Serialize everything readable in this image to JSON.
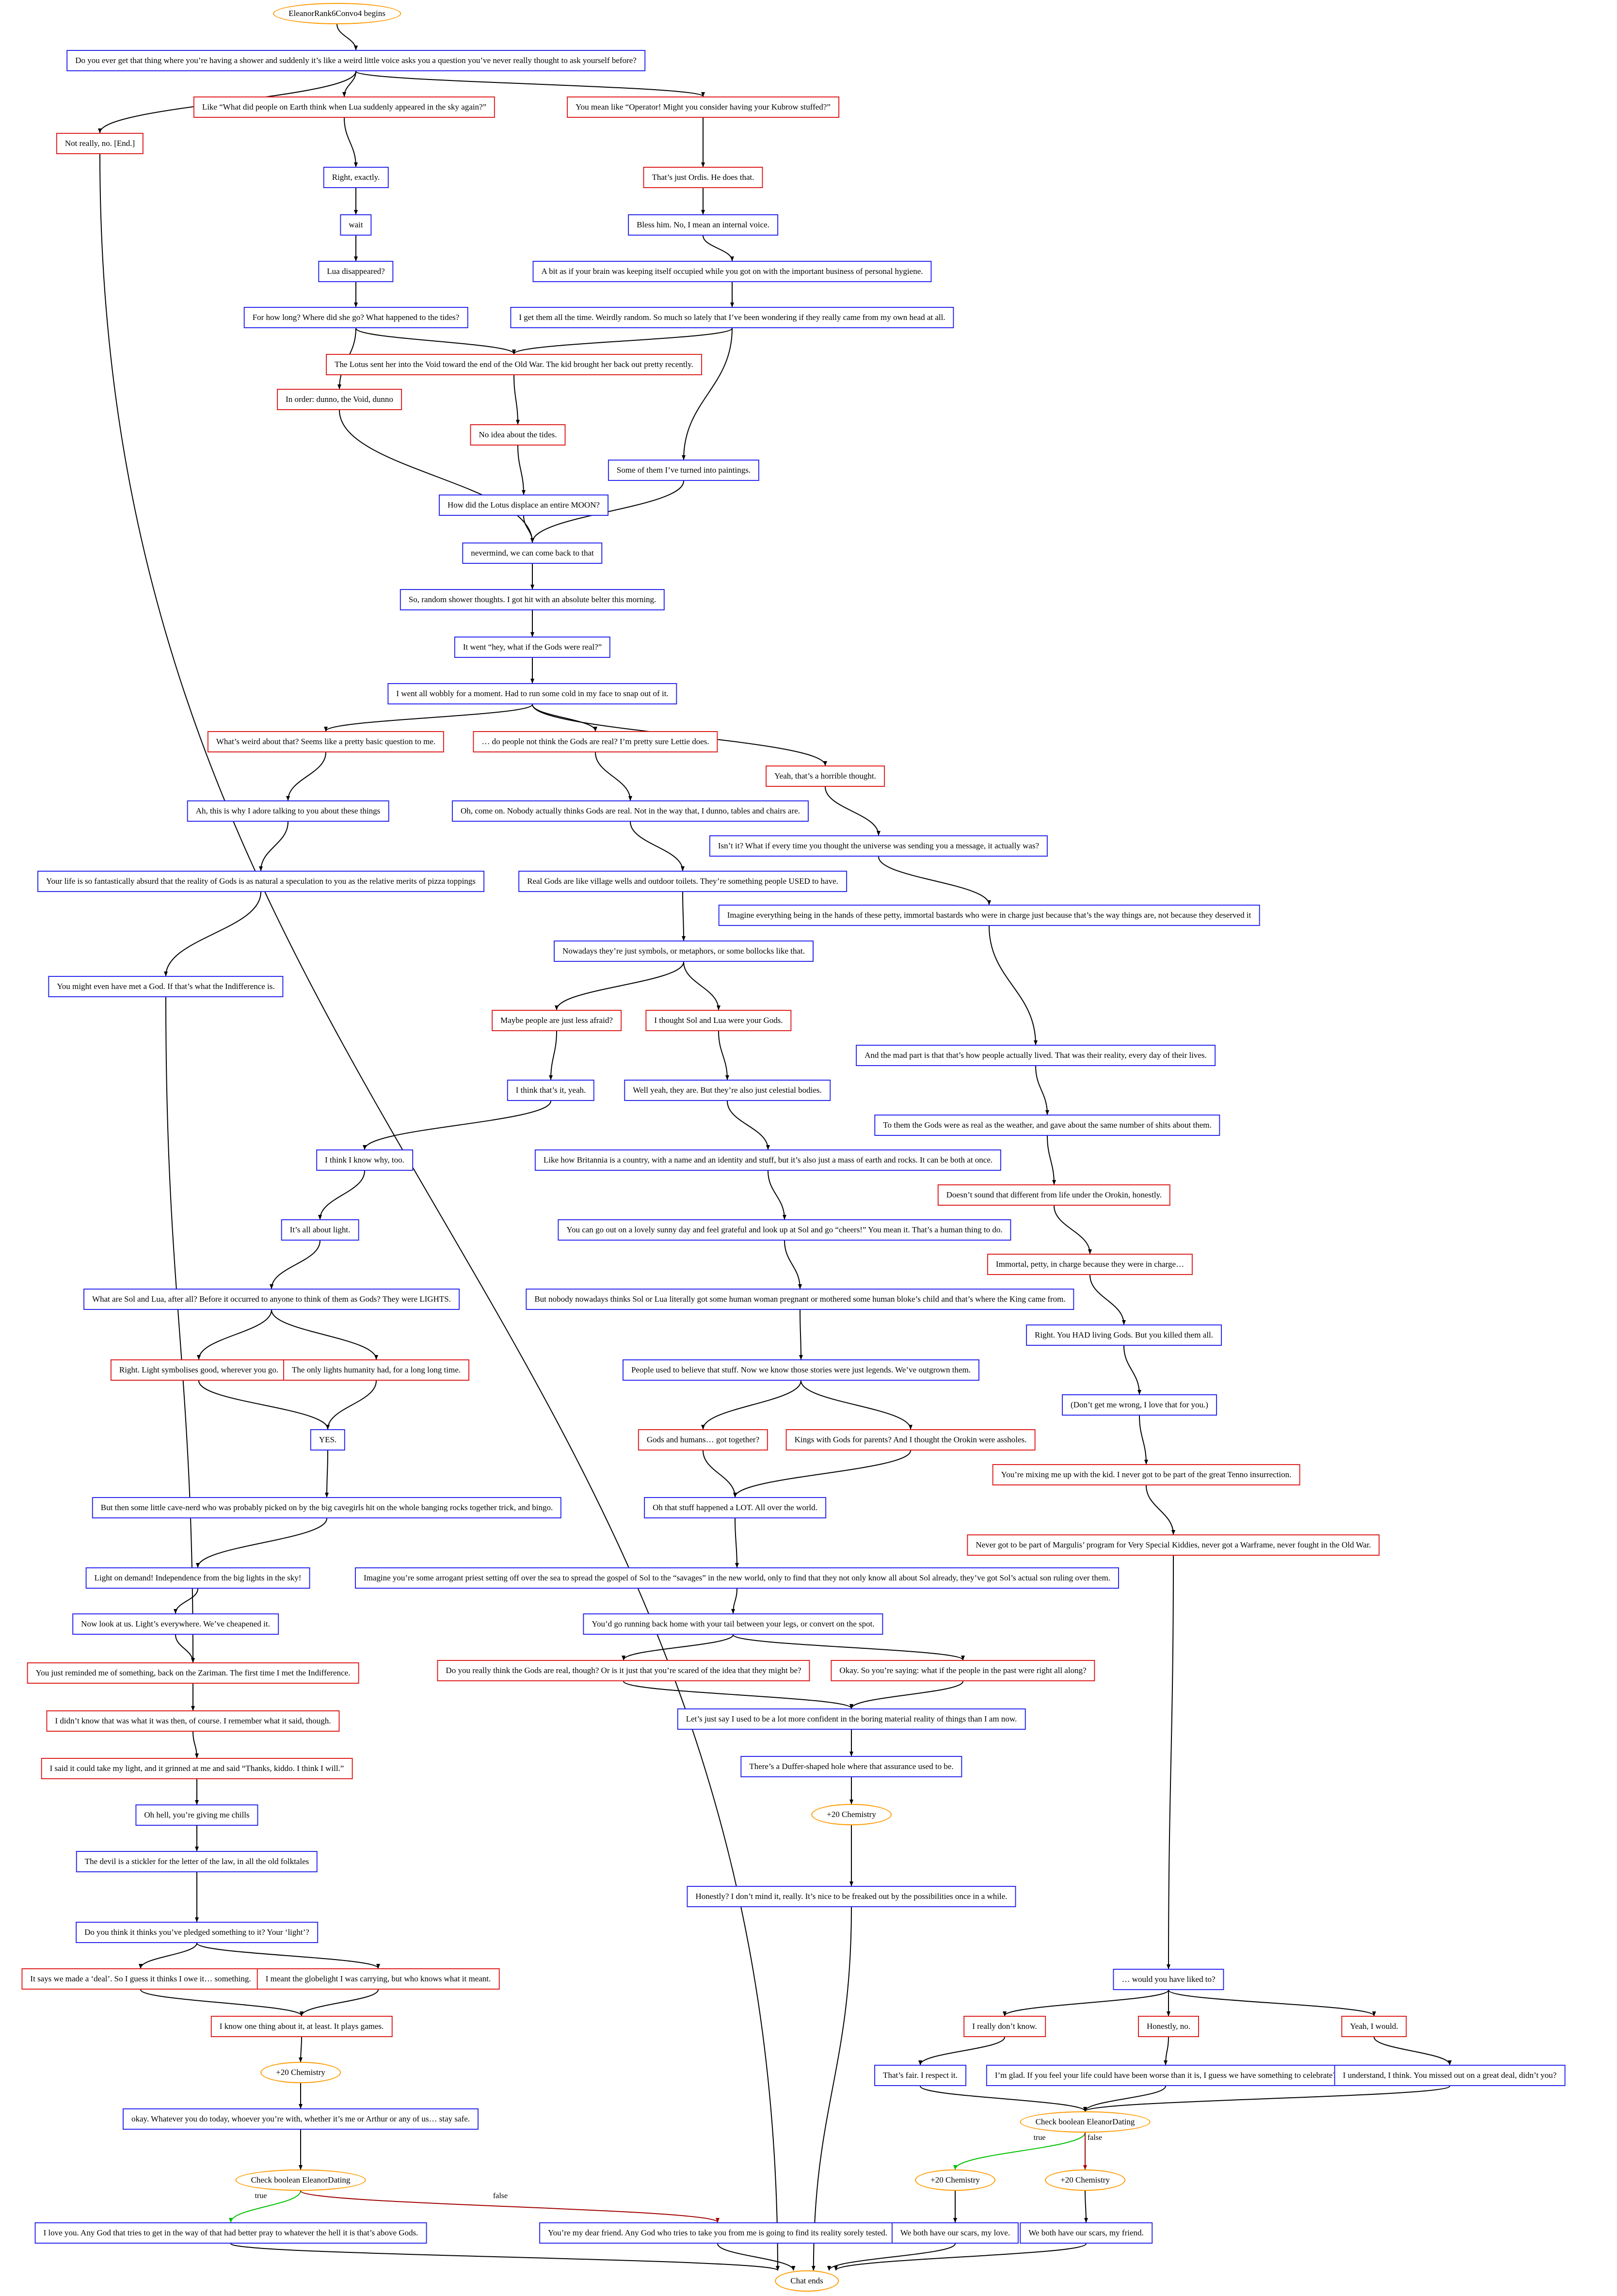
{
  "nodes": {
    "start": "EleanorRank6Convo4 begins",
    "n1": "Do you ever get that thing where you’re having a shower and suddenly it’s like a weird little voice asks you a question you’ve never really thought to ask yourself before?",
    "n2": "Not really, no. [End.]",
    "n3": "Like “What did people on Earth think when Lua suddenly appeared in the sky again?”",
    "n4": "You mean like “Operator! Might you consider having your Kubrow stuffed?”",
    "n5": "Right, exactly.",
    "n6": "wait",
    "n7": "Lua disappeared?",
    "n8": "For how long? Where did she go? What happened to the tides?",
    "n9": "The Lotus sent her into the Void toward the end of the Old War. The kid brought her back out pretty recently.",
    "n10": "In order: dunno, the Void, dunno",
    "n11": "No idea about the tides.",
    "n12": "How did the Lotus displace an entire MOON?",
    "n13": "That’s just Ordis. He does that.",
    "n14": "Bless him. No, I mean an internal voice.",
    "n15": "A bit as if your brain was keeping itself occupied while you got on with the important business of personal hygiene.",
    "n16": "I get them all the time. Weirdly random. So much so lately that I’ve been wondering if they really came from my own head at all.",
    "n17": "Some of them I’ve turned into paintings.",
    "n18": "nevermind, we can come back to that",
    "n19": "So, random shower thoughts. I got hit with an absolute belter this morning.",
    "n20": "It went “hey, what if the Gods were real?”",
    "n21": "I went all wobbly for a moment. Had to run some cold in my face to snap out of it.",
    "n22": "What’s weird about that? Seems like a pretty basic question to me.",
    "n23": "… do people not think the Gods are real? I’m pretty sure Lettie does.",
    "n24": "Yeah, that’s a horrible thought.",
    "n25": "Ah, this is why I adore talking to you about these things",
    "n26": "Your life is so fantastically absurd that the reality of Gods is as natural a speculation to you as the relative merits of pizza toppings",
    "n27": "You might even have met a God. If that’s what the Indifference is.",
    "n28": "Oh, come on. Nobody actually thinks Gods are real. Not in the way that, I dunno, tables and chairs are.",
    "n29": "Real Gods are like village wells and outdoor toilets. They’re something people USED to have.",
    "n30": "Nowadays they’re just symbols, or metaphors, or some bollocks like that.",
    "n31": "Maybe people are just less afraid?",
    "n32": "I thought Sol and Lua were your Gods.",
    "n33": "I think that’s it, yeah.",
    "n34": "I think I know why, too.",
    "n35": "It’s all about light.",
    "n36": "What are Sol and Lua, after all? Before it occurred to anyone to think of them as Gods? They were LIGHTS.",
    "n37": "Right. Light symbolises good, wherever you go.",
    "n38": "The only lights humanity had, for a long long time.",
    "n39": "YES.",
    "n40": "But then some little cave-nerd who was probably picked on by the big cavegirls hit on the whole banging rocks together trick, and bingo.",
    "n41": "Light on demand! Independence from the big lights in the sky!",
    "n42": "Now look at us. Light’s everywhere. We’ve cheapened it.",
    "n43": "Well yeah, they are. But they’re also just celestial bodies.",
    "n44": "Like how Britannia is a country, with a name and an identity and stuff, but it’s also just a mass of earth and rocks. It can be both at once.",
    "n45": "You can go out on a lovely sunny day and feel grateful and look up at Sol and go “cheers!” You mean it. That’s a human thing to do.",
    "n46": "But nobody nowadays thinks Sol or Lua literally got some human woman pregnant or mothered some human bloke’s child and that’s where the King came from.",
    "n47": "People used to believe that stuff. Now we know those stories were just legends. We’ve outgrown them.",
    "n48": "Gods and humans… got together?",
    "n49": "Kings with Gods for parents? And I thought the Orokin were assholes.",
    "n50": "Oh that stuff happened a LOT. All over the world.",
    "n51": "Imagine you’re some arrogant priest setting off over the sea to spread the gospel of Sol to the “savages” in the new world, only to find that they not only know all about Sol already, they’ve got Sol’s actual son ruling over them.",
    "n52": "You’d go running back home with your tail between your legs, or convert on the spot.",
    "n53": "Do you really think the Gods are real, though? Or is it just that you’re scared of the idea that they might be?",
    "n54": "Okay. So you’re saying: what if the people in the past were right all along?",
    "n55": "Let’s just say I used to be a lot more confident in the boring material reality of things than I am now.",
    "n56": "There’s a Duffer-shaped hole where that assurance used to be.",
    "n57": "+20 Chemistry",
    "n58": "Honestly? I don’t mind it, really. It’s nice to be freaked out by the possibilities once in a while.",
    "n59": "Isn’t it? What if every time you thought the universe was sending you a message, it actually was?",
    "n60": "Imagine everything being in the hands of these petty, immortal bastards who were in charge just because that’s the way things are, not because they deserved it",
    "n61": "And the mad part is that that’s how people actually lived. That was their reality, every day of their lives.",
    "n62": "To them the Gods were as real as the weather, and gave about the same number of shits about them.",
    "n63": "Doesn’t sound that different from life under the Orokin, honestly.",
    "n64": "Immortal, petty, in charge because they were in charge…",
    "n65": "Right. You HAD living Gods. But you killed them all.",
    "n66": "(Don’t get me wrong, I love that for you.)",
    "n67": "You’re mixing me up with the kid. I never got to be part of the great Tenno insurrection.",
    "n68": "Never got to be part of Margulis’ program for Very Special Kiddies, never got a Warframe, never fought in the Old War.",
    "n69": "You just reminded me of something, back on the Zariman. The first time I met the Indifference.",
    "n70": "I didn’t know that was what it was then, of course. I remember what it said, though.",
    "n71": "I said it could take my light, and it grinned at me and said “Thanks, kiddo. I think I will.”",
    "n72": "Oh hell, you’re giving me chills",
    "n73": "The devil is a stickler for the letter of the law, in all the old folktales",
    "n74": "Do you think it thinks you’ve pledged something to it? Your ‘light’?",
    "n75": "It says we made a ‘deal’. So I guess it thinks I owe it… something.",
    "n76": "I meant the globelight I was carrying, but who knows what it meant.",
    "n77": "I know one thing about it, at least. It plays games.",
    "n78": "+20 Chemistry",
    "n79": "okay. Whatever you do today, whoever you’re with, whether it’s me or Arthur or any of us… stay safe.",
    "n80": "Check boolean EleanorDating",
    "n81": "I love you. Any God that tries to get in the way of that had better pray to whatever the hell it is that’s above Gods.",
    "n82": "You’re my dear friend. Any God who tries to take you from me is going to find its reality sorely tested.",
    "n83": "… would you have liked to?",
    "n84": "I really don’t know.",
    "n85": "Honestly, no.",
    "n86": "Yeah, I would.",
    "n87": "That’s fair. I respect it.",
    "n88": "I’m glad. If you feel your life could have been worse than it is, I guess we have something to celebrate?",
    "n89": "I understand, I think. You missed out on a great deal, didn’t you?",
    "n90": "Check boolean EleanorDating",
    "n91": "+20 Chemistry",
    "n92": "+20 Chemistry",
    "n93": "We both have our scars, my love.",
    "n94": "We both have our scars, my friend.",
    "end": "Chat ends"
  },
  "edge_labels": {
    "t1": "true",
    "f1": "false",
    "t2": "true",
    "f2": "false"
  },
  "colors": {
    "player_line": "#e02020",
    "npc_line": "#2a2af0",
    "event": "#ff9a00",
    "edge": "#000000",
    "true_edge": "#00c000",
    "false_edge": "#a00000"
  }
}
